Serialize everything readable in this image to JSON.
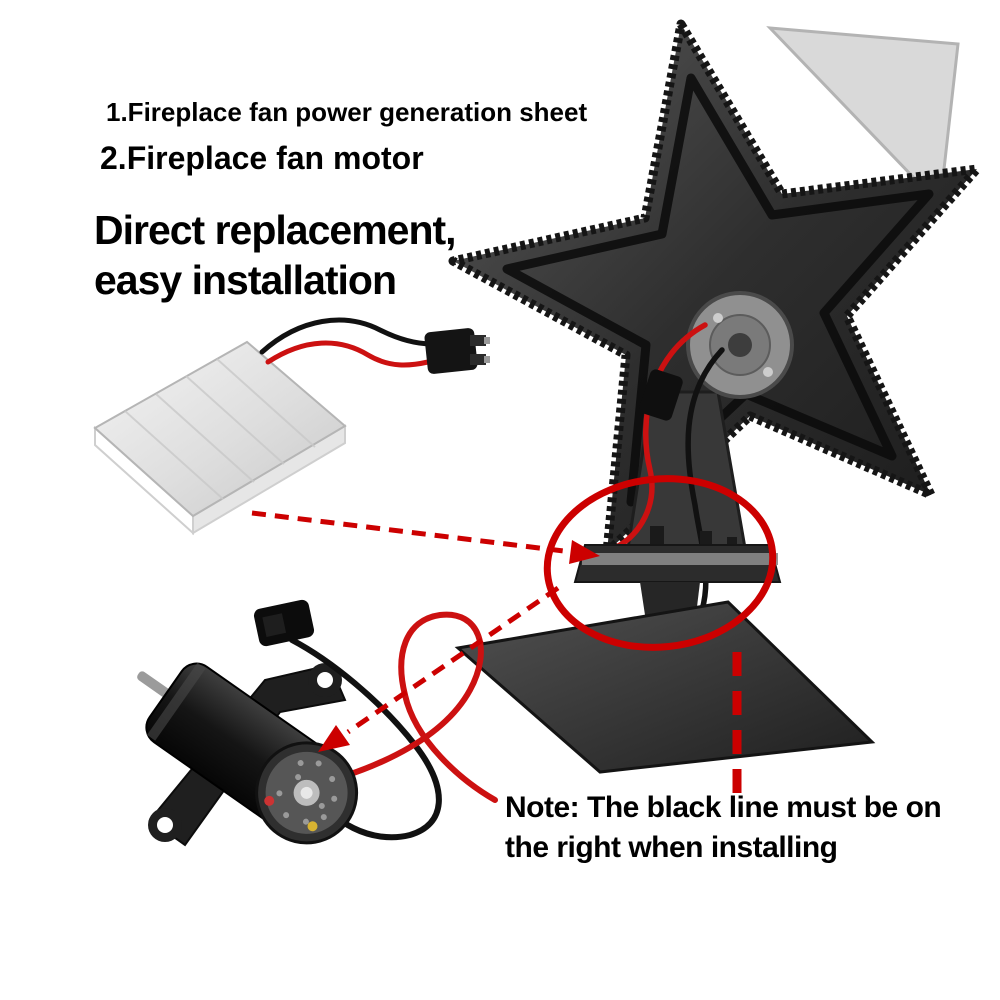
{
  "canvas": {
    "background": "#ffffff"
  },
  "labels": {
    "item1": "1.Fireplace fan power generation sheet",
    "item2": "2.Fireplace fan motor",
    "headline_line1": "Direct replacement,",
    "headline_line2": "easy installation",
    "note_line1": "Note: The black line must be on",
    "note_line2": "the right when installing"
  },
  "colors": {
    "accent_red": "#cc0000",
    "wire_red": "#cc1111",
    "wire_black": "#111111"
  },
  "illustrations": {
    "teg_sheet": "fireplace-fan-power-generation-sheet",
    "fan": "fireplace-stove-fan-rear-view",
    "motor": "fireplace-fan-motor",
    "highlight": "red-ellipse-highlight",
    "arrows": "red-dashed-arrows"
  }
}
